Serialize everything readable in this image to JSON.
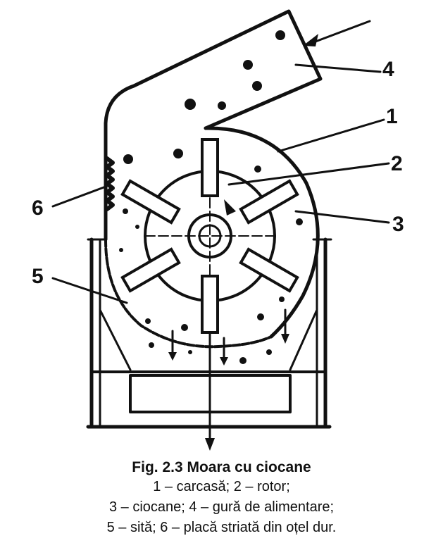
{
  "labels": {
    "n1": "1",
    "n2": "2",
    "n3": "3",
    "n4": "4",
    "n5": "5",
    "n6": "6"
  },
  "caption": {
    "title": "Fig. 2.3 Moara cu ciocane",
    "line1": "1 – carcasă; 2 – rotor;",
    "line2": "3 – ciocane; 4 – gură de alimentare;",
    "line3": "5 – sită; 6 – placă striată din oțel dur."
  }
}
